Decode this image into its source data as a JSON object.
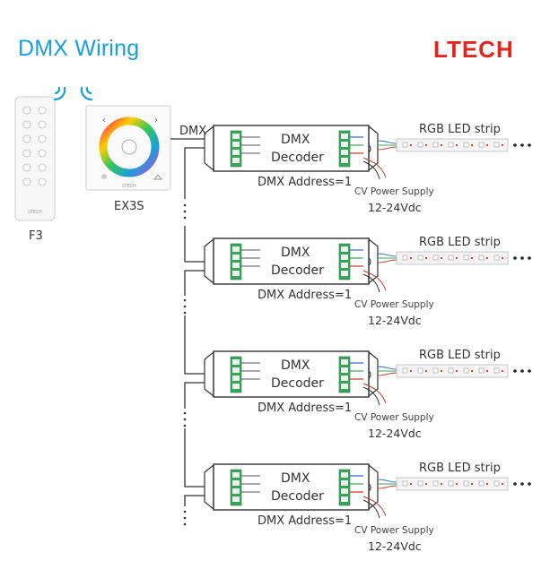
{
  "header": {
    "title": "DMX Wiring",
    "brand": "LTECH"
  },
  "controllers": {
    "remote_label": "F3",
    "panel_label": "EX3S",
    "panel_brand": "LTECH",
    "remote_brand": "LTECH"
  },
  "bus": {
    "label": "DMX"
  },
  "decoders": [
    {
      "line1": "DMX",
      "line2": "Decoder",
      "address": "DMX Address=1",
      "strip": "RGB LED strip",
      "psu": "CV Power Supply",
      "voltage": "12-24Vdc"
    },
    {
      "line1": "DMX",
      "line2": "Decoder",
      "address": "DMX Address=1",
      "strip": "RGB LED strip",
      "psu": "CV Power Supply",
      "voltage": "12-24Vdc"
    },
    {
      "line1": "DMX",
      "line2": "Decoder",
      "address": "DMX Address=1",
      "strip": "RGB LED strip",
      "psu": "CV Power Supply",
      "voltage": "12-24Vdc"
    },
    {
      "line1": "DMX",
      "line2": "Decoder",
      "address": "DMX Address=1",
      "strip": "RGB LED strip",
      "psu": "CV Power Supply",
      "voltage": "12-24Vdc"
    }
  ],
  "colors": {
    "title": "#1a9fd8",
    "brand": "#e2261d",
    "terminal_green": "#3aa35b",
    "wire_red": "#c0392b",
    "wire_blue": "#2d6cc0"
  }
}
